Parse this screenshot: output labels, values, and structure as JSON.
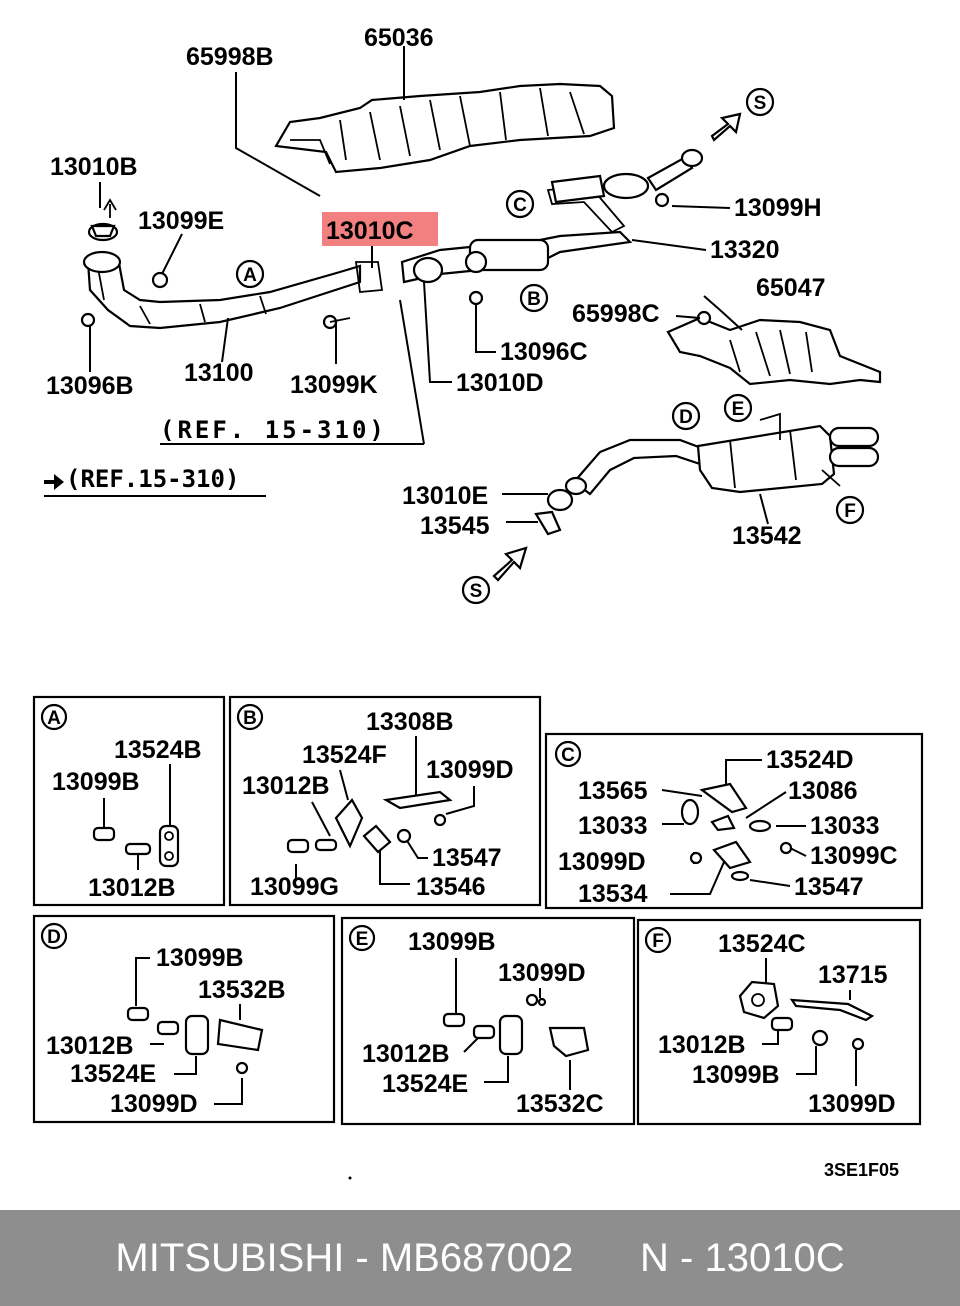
{
  "diagram": {
    "highlighted_part": "13010C",
    "highlight_color": "#f28080",
    "labels": {
      "p65036": "65036",
      "p65998B": "65998B",
      "p13010B": "13010B",
      "p13099E": "13099E",
      "p13010C": "13010C",
      "p13099H": "13099H",
      "p13320": "13320",
      "p65047": "65047",
      "p65998C": "65998C",
      "p13096C": "13096C",
      "p13010D": "13010D",
      "p13100": "13100",
      "p13099K": "13099K",
      "p13096B": "13096B",
      "p13010E": "13010E",
      "p13545": "13545",
      "p13542": "13542"
    },
    "refs": {
      "ref1": "(REF. 15-310)",
      "ref2": "(REF.15-310)"
    },
    "circle_markers": {
      "S": "S",
      "C": "C",
      "A": "A",
      "B": "B",
      "D": "D",
      "E": "E",
      "F": "F"
    },
    "detail_A": {
      "marker": "A",
      "labels": [
        "13524B",
        "13099B",
        "13012B"
      ]
    },
    "detail_B": {
      "marker": "B",
      "labels": [
        "13308B",
        "13524F",
        "13099D",
        "13012B",
        "13547",
        "13099G",
        "13546"
      ]
    },
    "detail_C": {
      "marker": "C",
      "labels": [
        "13524D",
        "13565",
        "13086",
        "13033",
        "13033",
        "13099D",
        "13099C",
        "13534",
        "13547"
      ]
    },
    "detail_D": {
      "marker": "D",
      "labels": [
        "13099B",
        "13532B",
        "13012B",
        "13524E",
        "13099D"
      ]
    },
    "detail_E": {
      "marker": "E",
      "labels": [
        "13099B",
        "13099D",
        "13012B",
        "13524E",
        "13532C"
      ]
    },
    "detail_F": {
      "marker": "F",
      "labels": [
        "13524C",
        "13715",
        "13012B",
        "13099B",
        "13099D"
      ]
    },
    "drawing_code": "3SE1F05"
  },
  "footer": {
    "brand": "MITSUBISHI",
    "part_number": "MB687002",
    "position": "N - 13010C",
    "separator": " - "
  }
}
